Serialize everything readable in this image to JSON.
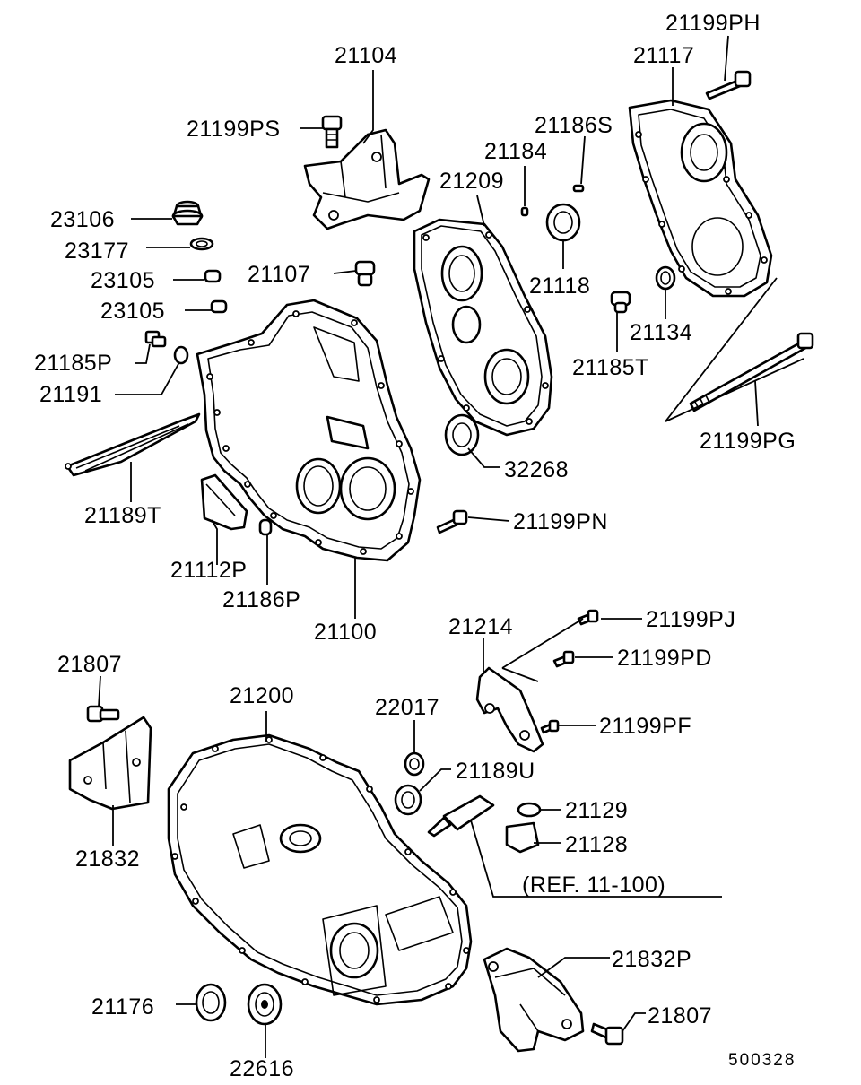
{
  "diagram_code": "500328",
  "reference_note": "(REF. 11-100)",
  "parts": {
    "p21104": "21104",
    "p21199PS": "21199PS",
    "p21199PH": "21199PH",
    "p21117": "21117",
    "p21186S": "21186S",
    "p21184": "21184",
    "p21209": "21209",
    "p23106": "23106",
    "p23177": "23177",
    "p23105a": "23105",
    "p23105b": "23105",
    "p21107": "21107",
    "p21118": "21118",
    "p21134": "21134",
    "p21185P": "21185P",
    "p21185T": "21185T",
    "p21191": "21191",
    "p21199PG": "21199PG",
    "p32268": "32268",
    "p21189T": "21189T",
    "p21199PN": "21199PN",
    "p21112P": "21112P",
    "p21186P": "21186P",
    "p21100": "21100",
    "p21214": "21214",
    "p21199PJ": "21199PJ",
    "p21807a": "21807",
    "p21200": "21200",
    "p21199PD": "21199PD",
    "p22017": "22017",
    "p21199PF": "21199PF",
    "p21189U": "21189U",
    "p21129": "21129",
    "p21832": "21832",
    "p21128": "21128",
    "p21832P": "21832P",
    "p21176": "21176",
    "p21807b": "21807",
    "p22616": "22616"
  }
}
